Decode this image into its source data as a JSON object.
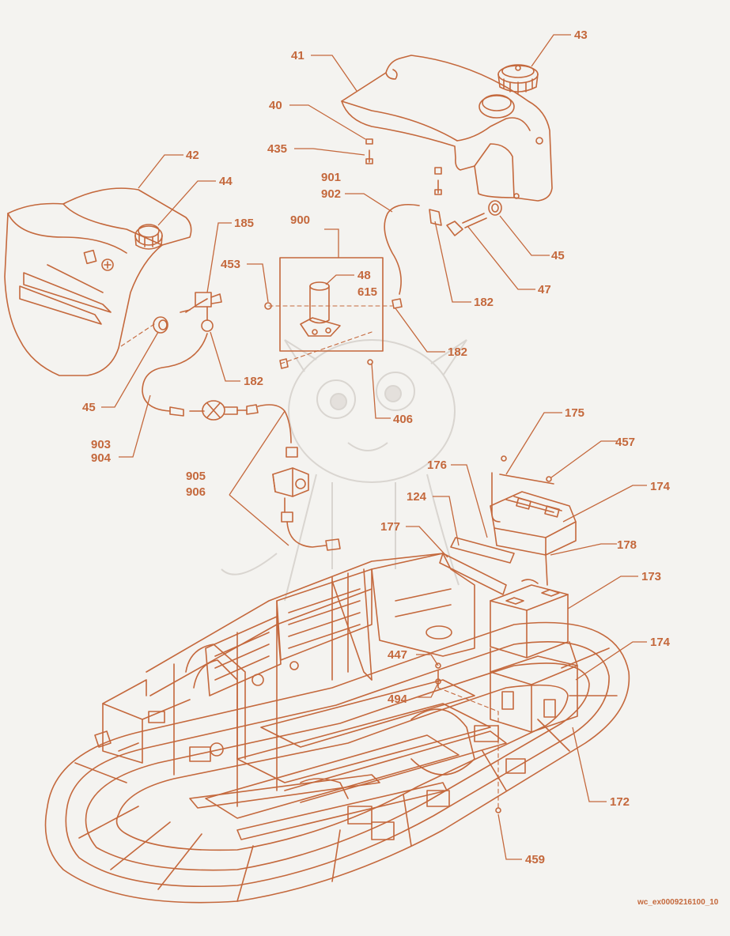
{
  "colors": {
    "line": "#c4683c",
    "background": "#f4f3f0",
    "watermark": "#d9d5d0"
  },
  "doc_id": "wc_ex0009216100_10",
  "callouts": [
    {
      "id": "c41",
      "label": "41"
    },
    {
      "id": "c43",
      "label": "43"
    },
    {
      "id": "c40",
      "label": "40"
    },
    {
      "id": "c435",
      "label": "435"
    },
    {
      "id": "c42",
      "label": "42"
    },
    {
      "id": "c44",
      "label": "44"
    },
    {
      "id": "c901",
      "label": "901"
    },
    {
      "id": "c902",
      "label": "902"
    },
    {
      "id": "c900",
      "label": "900"
    },
    {
      "id": "c185",
      "label": "185"
    },
    {
      "id": "c453",
      "label": "453"
    },
    {
      "id": "c48",
      "label": "48"
    },
    {
      "id": "c615",
      "label": "615"
    },
    {
      "id": "c45a",
      "label": "45"
    },
    {
      "id": "c47",
      "label": "47"
    },
    {
      "id": "c182a",
      "label": "182"
    },
    {
      "id": "c182b",
      "label": "182"
    },
    {
      "id": "c182c",
      "label": "182"
    },
    {
      "id": "c45b",
      "label": "45"
    },
    {
      "id": "c406",
      "label": "406"
    },
    {
      "id": "c903",
      "label": "903"
    },
    {
      "id": "c904",
      "label": "904"
    },
    {
      "id": "c175",
      "label": "175"
    },
    {
      "id": "c457",
      "label": "457"
    },
    {
      "id": "c176",
      "label": "176"
    },
    {
      "id": "c905",
      "label": "905"
    },
    {
      "id": "c906",
      "label": "906"
    },
    {
      "id": "c174a",
      "label": "174"
    },
    {
      "id": "c124",
      "label": "124"
    },
    {
      "id": "c177",
      "label": "177"
    },
    {
      "id": "c178",
      "label": "178"
    },
    {
      "id": "c173",
      "label": "173"
    },
    {
      "id": "c174b",
      "label": "174"
    },
    {
      "id": "c447",
      "label": "447"
    },
    {
      "id": "c494",
      "label": "494"
    },
    {
      "id": "c172",
      "label": "172"
    },
    {
      "id": "c459",
      "label": "459"
    }
  ]
}
